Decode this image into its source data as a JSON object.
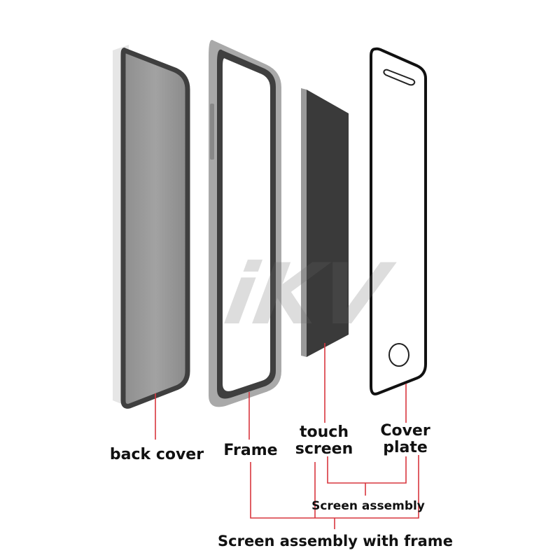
{
  "labels": {
    "back_cover": "back cover",
    "frame": "Frame",
    "touch_screen": [
      "touch",
      "screen"
    ],
    "cover_plate": [
      "Cover",
      "plate"
    ],
    "screen_assembly": "Screen assembly",
    "screen_assembly_with_frame": "Screen assembly with frame"
  },
  "watermark": "iKV",
  "colors": {
    "leader_line": "#d9363e",
    "panel_gray": "#9a9a9a",
    "panel_dark": "#3a3a3a",
    "frame_gray": "#a9a9a9",
    "border_dark": "#3f3f3f"
  }
}
